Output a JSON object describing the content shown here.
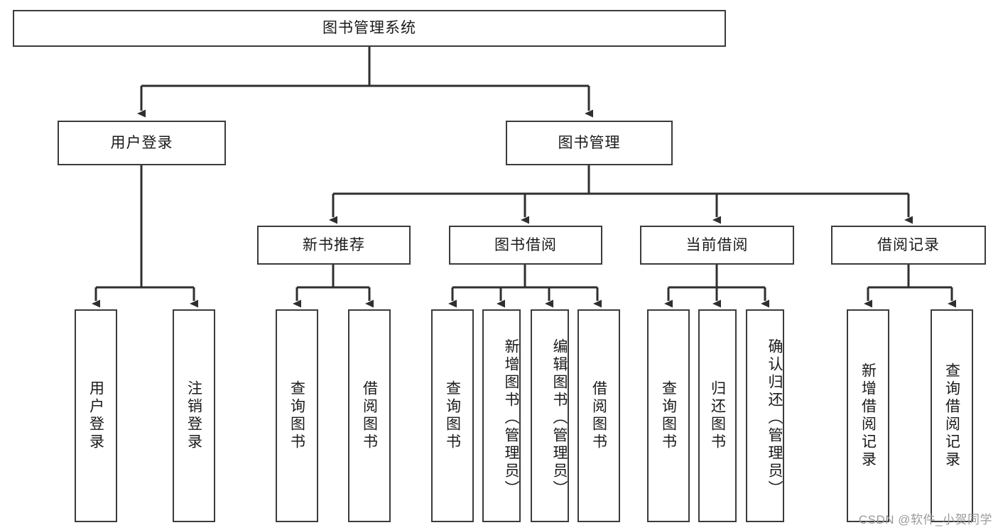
{
  "diagram": {
    "title": "图书管理系统",
    "type": "hierarchy-tree",
    "root": {
      "id": "root",
      "label": "图书管理系统",
      "orientation": "horizontal"
    },
    "level2": [
      {
        "id": "user-login",
        "label": "用户登录",
        "orientation": "horizontal"
      },
      {
        "id": "book-management",
        "label": "图书管理",
        "orientation": "horizontal"
      }
    ],
    "level3": [
      {
        "id": "new-book-recommend",
        "label": "新书推荐",
        "orientation": "horizontal",
        "parent": "book-management"
      },
      {
        "id": "book-borrow",
        "label": "图书借阅",
        "orientation": "horizontal",
        "parent": "book-management"
      },
      {
        "id": "current-borrow",
        "label": "当前借阅",
        "orientation": "horizontal",
        "parent": "book-management"
      },
      {
        "id": "borrow-record",
        "label": "借阅记录",
        "orientation": "horizontal",
        "parent": "book-management"
      }
    ],
    "leaves": [
      {
        "id": "leaf-user-login",
        "label": "用户登录",
        "parent": "user-login"
      },
      {
        "id": "leaf-logout-login",
        "label": "注销登录",
        "parent": "user-login"
      },
      {
        "id": "leaf-query-book-1",
        "label": "查询图书",
        "parent": "new-book-recommend"
      },
      {
        "id": "leaf-borrow-book-1",
        "label": "借阅图书",
        "parent": "new-book-recommend"
      },
      {
        "id": "leaf-query-book-2",
        "label": "查询图书",
        "parent": "book-borrow"
      },
      {
        "id": "leaf-add-book",
        "label": "新增图书（管理员）",
        "parent": "book-borrow"
      },
      {
        "id": "leaf-edit-book",
        "label": "编辑图书（管理员）",
        "parent": "book-borrow"
      },
      {
        "id": "leaf-borrow-book-2",
        "label": "借阅图书",
        "parent": "book-borrow"
      },
      {
        "id": "leaf-query-book-3",
        "label": "查询图书",
        "parent": "current-borrow"
      },
      {
        "id": "leaf-return-book",
        "label": "归还图书",
        "parent": "current-borrow"
      },
      {
        "id": "leaf-confirm-return",
        "label": "确认归还（管理员）",
        "parent": "current-borrow"
      },
      {
        "id": "leaf-add-record",
        "label": "新增借阅记录",
        "parent": "borrow-record"
      },
      {
        "id": "leaf-query-record",
        "label": "查询借阅记录",
        "parent": "borrow-record"
      }
    ],
    "colors": {
      "box_border": "#3b3b3b",
      "box_fill": "#ffffff",
      "connector": "#2f2f2f",
      "text": "#1a1a1a",
      "watermark": "#9a9a9a",
      "background": "#ffffff"
    }
  },
  "watermark": {
    "text": "CSDN @软件_小贺同学"
  }
}
